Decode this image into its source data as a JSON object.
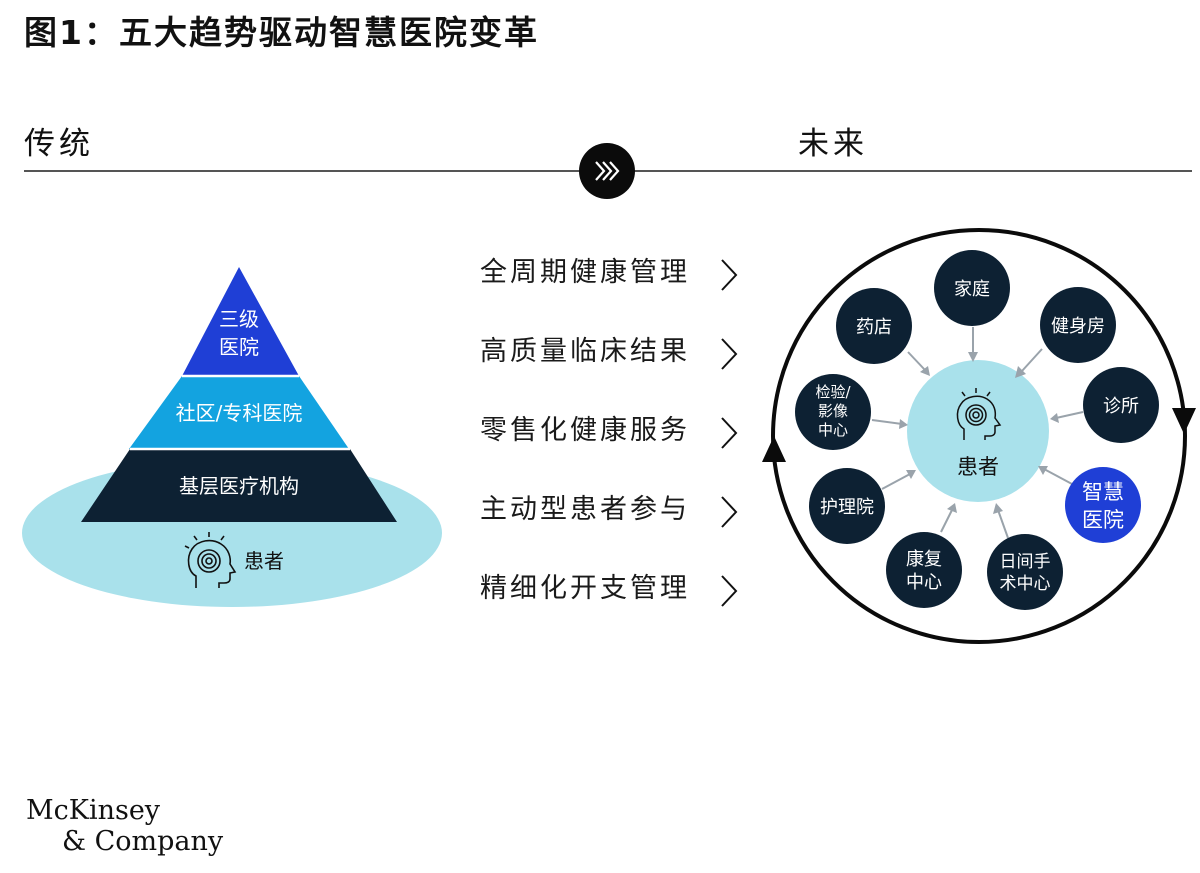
{
  "title": "图1：五大趋势驱动智慧医院变革",
  "labels": {
    "left": "传统",
    "right": "未来"
  },
  "pyramid": {
    "top_line1": "三级",
    "top_line2": "医院",
    "middle": "社区/专科医院",
    "bottom": "基层医疗机构",
    "base_label": "患者"
  },
  "trends": [
    "全周期健康管理",
    "高质量临床结果",
    "零售化健康服务",
    "主动型患者参与",
    "精细化开支管理"
  ],
  "ecosystem": {
    "center": "患者",
    "nodes": {
      "jiating": "家庭",
      "jianshenfang": "健身房",
      "zhensuo": "诊所",
      "zhihui_l1": "智慧",
      "zhihui_l2": "医院",
      "rishou_l1": "日间手",
      "rishou_l2": "术中心",
      "kangfu_l1": "康复",
      "kangfu_l2": "中心",
      "hulu": "护理院",
      "jianyan_l1": "检验/",
      "jianyan_l2": "影像",
      "jianyan_l3": "中心",
      "yaodian": "药店"
    }
  },
  "logo": {
    "line1": "McKinsey",
    "line2": "& Company"
  },
  "colors": {
    "dark_navy": "#0d2133",
    "royal_blue": "#1f3fd6",
    "sky_blue": "#13a3e0",
    "light_cyan": "#a9e1eb",
    "black": "#0b0b0b"
  },
  "icons": [
    "chevron-double-right-icon",
    "chevron-right-icon",
    "patient-head-icon",
    "circular-arrow-icon"
  ]
}
